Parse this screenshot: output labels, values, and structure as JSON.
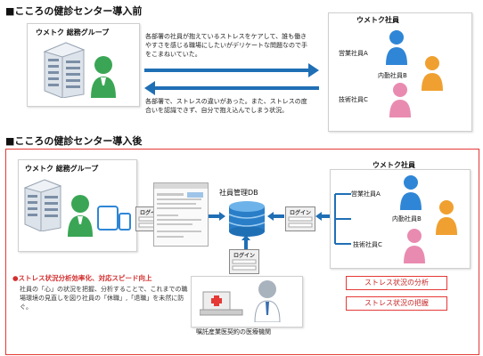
{
  "before": {
    "title": "■こころの健診センター導入前",
    "group_label": "ウメトク 総務グループ",
    "employees_label": "ウメトク社員",
    "msg_top": "各部署の社員が抱えているストレスをケアして、誰も働きやすさを感じる職場にしたいがデリケートな問題なので手をこまねいていた。",
    "msg_bottom": "各部署で、ストレスの違いがあった。また、ストレスの度合いを認識できず、自分で抱え込んでしまう状況。",
    "employees": [
      "営業社員A",
      "内勤社員B",
      "技術社員C"
    ]
  },
  "after": {
    "title": "■こころの健診センター導入後",
    "group_label": "ウメトク 総務グループ",
    "employees_label": "ウメトク社員",
    "db_label": "社員管理DB",
    "login_label": "ログイン",
    "employees": [
      "営業社員A",
      "内勤社員B",
      "技術社員C"
    ],
    "benefit_title": "●ストレス状況分析効率化、対応スピード向上",
    "benefit_body": "社員の「心」の状況を把握、分析することで、これまでの職場環境の見直しを図り社員の「休職」,「退職」を未然に防ぐ。",
    "tags": [
      "ストレス状況の分析",
      "ストレス状況の把握"
    ],
    "medical_label": "嘱託産業医契約の医療機関"
  },
  "colors": {
    "arrow_blue": "#1f6fb5",
    "person_blue": "#2f86d6",
    "person_green": "#3aa655",
    "person_orange": "#f0a030",
    "person_pink": "#e98bb0",
    "frame_red": "#e53935"
  }
}
